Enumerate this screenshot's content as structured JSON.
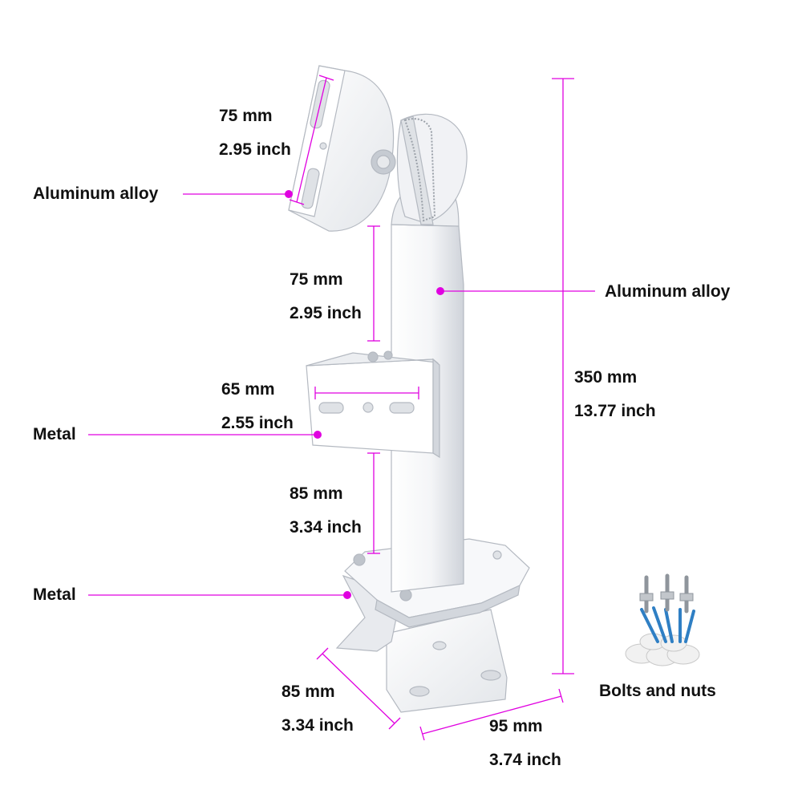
{
  "colors": {
    "annotation": "#e000e0",
    "metal": "#f2f3f5",
    "shade": "#c9cdd4",
    "outline": "#aeb3bb",
    "text": "#111111"
  },
  "materials": {
    "top_plate": "Aluminum alloy",
    "arm": "Aluminum alloy",
    "middle_bracket": "Metal",
    "base": "Metal"
  },
  "dimensions": {
    "top_plate": {
      "mm": "75 mm",
      "inch": "2.95 inch"
    },
    "arm_upper_gap": {
      "mm": "75 mm",
      "inch": "2.95 inch"
    },
    "middle_bracket": {
      "mm": "65 mm",
      "inch": "2.55 inch"
    },
    "arm_lower_gap": {
      "mm": "85 mm",
      "inch": "3.34 inch"
    },
    "total_height": {
      "mm": "350 mm",
      "inch": "13.77 inch"
    },
    "base_depth": {
      "mm": "85 mm",
      "inch": "3.34 inch"
    },
    "base_width": {
      "mm": "95 mm",
      "inch": "3.74 inch"
    }
  },
  "accessories": {
    "label": "Bolts and nuts"
  }
}
